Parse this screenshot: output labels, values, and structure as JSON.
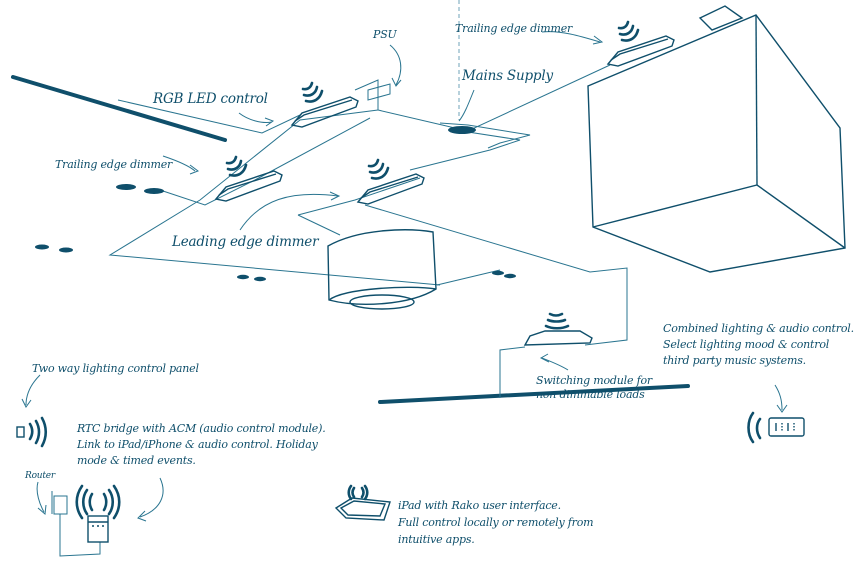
{
  "diagram": {
    "accent_color": "#0f4f6b",
    "line_color": "#2a7590",
    "labels": {
      "psu": "PSU",
      "trailing_edge_dimmer_top": "Trailing edge dimmer",
      "mains_supply": "Mains Supply",
      "rgb_led_control": "RGB LED control",
      "trailing_edge_dimmer_left": "Trailing edge dimmer",
      "leading_edge_dimmer": "Leading edge dimmer",
      "switching_module_line1": "Switching module for",
      "switching_module_line2": "non dimmable loads",
      "combined_control_line1": "Combined lighting & audio control.",
      "combined_control_line2": "Select lighting mood & control",
      "combined_control_line3": "third party music systems.",
      "two_way_panel": "Two way lighting control panel",
      "rtc_bridge_line1": "RTC bridge with ACM (audio control module).",
      "rtc_bridge_line2": "Link to iPad/iPhone & audio control. Holiday",
      "rtc_bridge_line3": "mode & timed events.",
      "router": "Router",
      "ipad_line1": "iPad with Rako user interface.",
      "ipad_line2": "Full control locally or remotely from",
      "ipad_line3": "intuitive apps."
    },
    "devices": [
      {
        "name": "trailing-edge-dimmer-module-top"
      },
      {
        "name": "rgb-led-control-module"
      },
      {
        "name": "trailing-edge-dimmer-module-left"
      },
      {
        "name": "leading-edge-dimmer-module"
      },
      {
        "name": "switching-module"
      },
      {
        "name": "psu"
      },
      {
        "name": "mains-supply"
      },
      {
        "name": "pendant-light"
      },
      {
        "name": "ceiling-box"
      },
      {
        "name": "two-way-control-panel"
      },
      {
        "name": "router"
      },
      {
        "name": "rtc-bridge"
      },
      {
        "name": "audio-control-keypad"
      },
      {
        "name": "ipad"
      }
    ]
  }
}
